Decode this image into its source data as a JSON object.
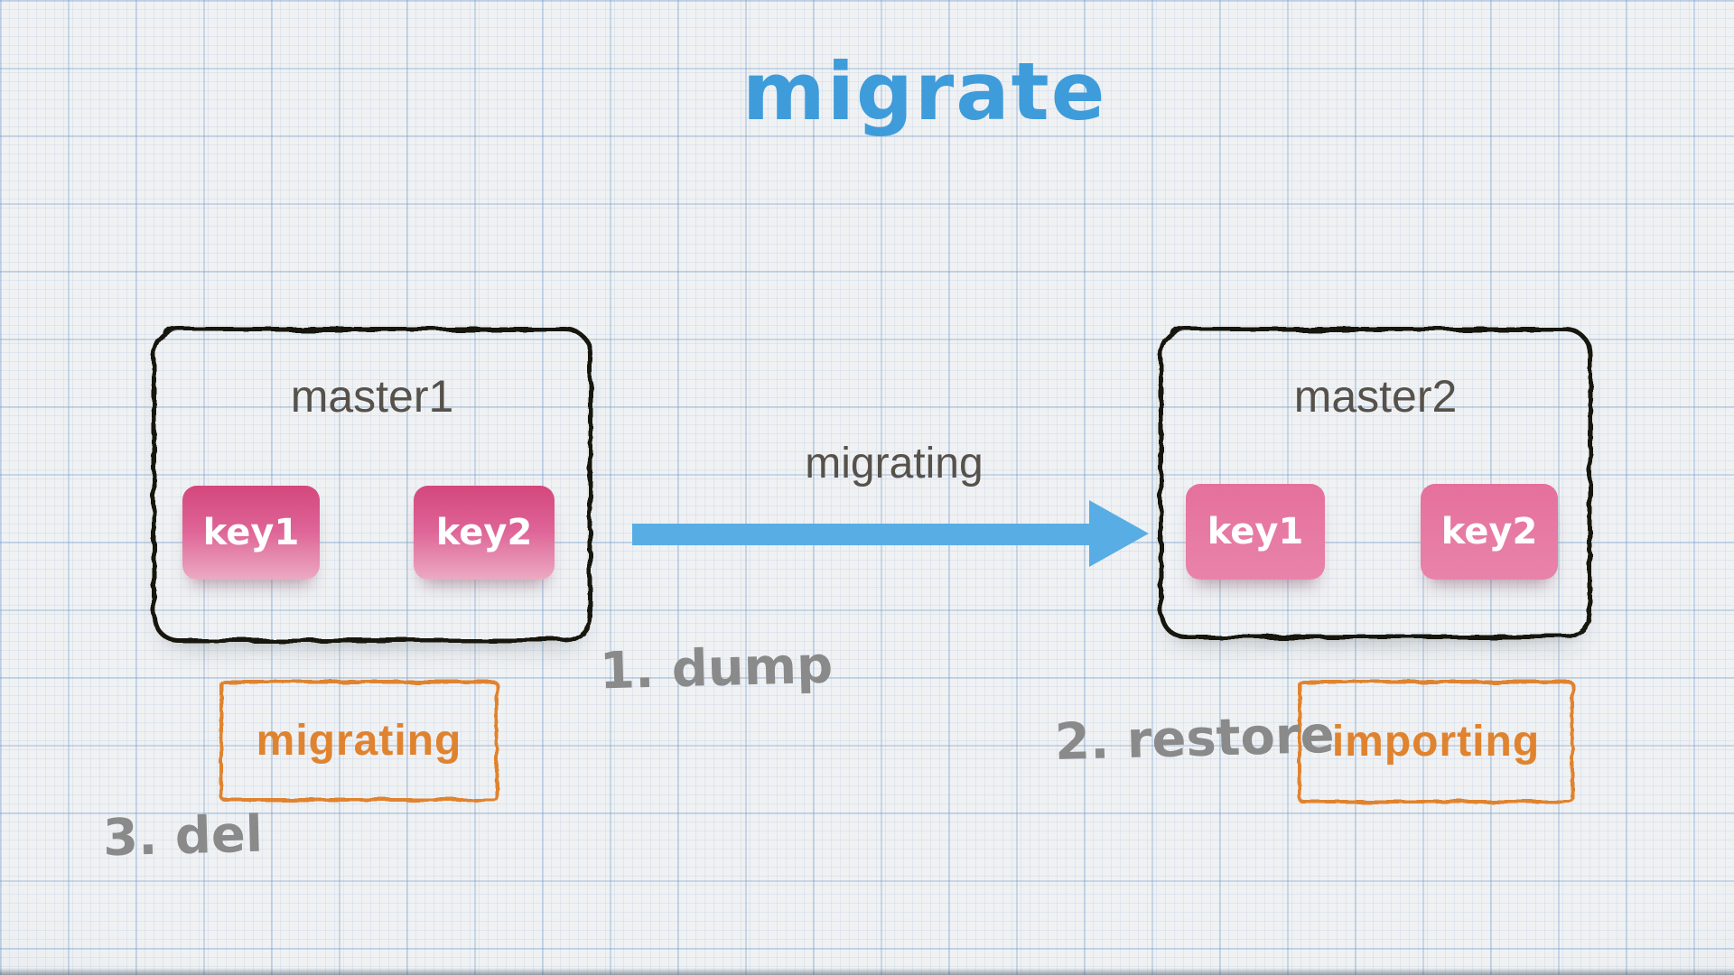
{
  "title": "migrate",
  "colors": {
    "title_blue": "#3f9cda",
    "arrow_blue": "#58ade4",
    "key_pink_gradient_top": "#d4477d",
    "key_pink_gradient_bottom": "#ecaac3",
    "key_pink_flat": "#e87ba6",
    "orange_accent": "#e0832f",
    "step_gray": "#8a8a8a",
    "node_text_gray": "#56514a",
    "sketch_border_black": "#16120e"
  },
  "nodes": [
    {
      "id": "master1",
      "label": "master1",
      "keys": [
        "key1",
        "key2"
      ],
      "status_label": "migrating"
    },
    {
      "id": "master2",
      "label": "master2",
      "keys": [
        "key1",
        "key2"
      ],
      "status_label": "importing"
    }
  ],
  "arrow": {
    "label": "migrating",
    "direction": "left-to-right"
  },
  "steps": [
    {
      "label": "1. dump"
    },
    {
      "label": "2. restore"
    },
    {
      "label": "3. del"
    }
  ]
}
